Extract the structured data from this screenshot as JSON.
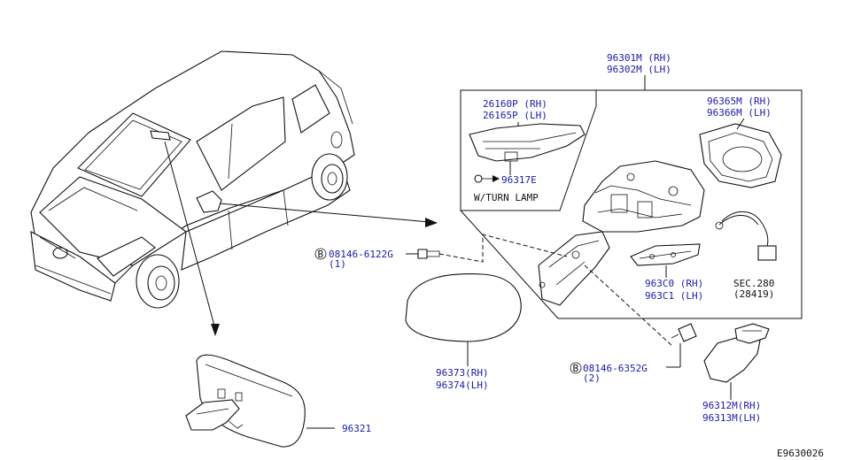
{
  "labels": {
    "mirror_assy_rh": "96301M (RH)",
    "mirror_assy_lh": "96302M (LH)",
    "turn_lamp_rh": "26160P (RH)",
    "turn_lamp_lh": "26165P (LH)",
    "turn_lamp_screw": "96317E",
    "turn_lamp_note": "W/TURN LAMP",
    "glass_rh": "96365M (RH)",
    "glass_lh": "96366M (LH)",
    "cover_base_rh": "963C0 (RH)",
    "cover_base_lh": "963C1 (LH)",
    "sec_ref": "SEC.280",
    "sec_ref_part": "(28419)",
    "bolt_upper_code": "08146-6122G",
    "bolt_upper_qty": "(1)",
    "bolt_lower_code": "08146-6352G",
    "bolt_lower_qty": "(2)",
    "bolt_marker": "B",
    "cap_rh": "96373(RH)",
    "cap_lh": "96374(LH)",
    "finisher_rh": "96312M(RH)",
    "finisher_lh": "96313M(LH)",
    "inner_mirror": "96321",
    "figure_code": "E9630026"
  },
  "colors": {
    "part_number_text": "#1a1aa8",
    "line_art": "#111111",
    "background": "#ffffff"
  }
}
